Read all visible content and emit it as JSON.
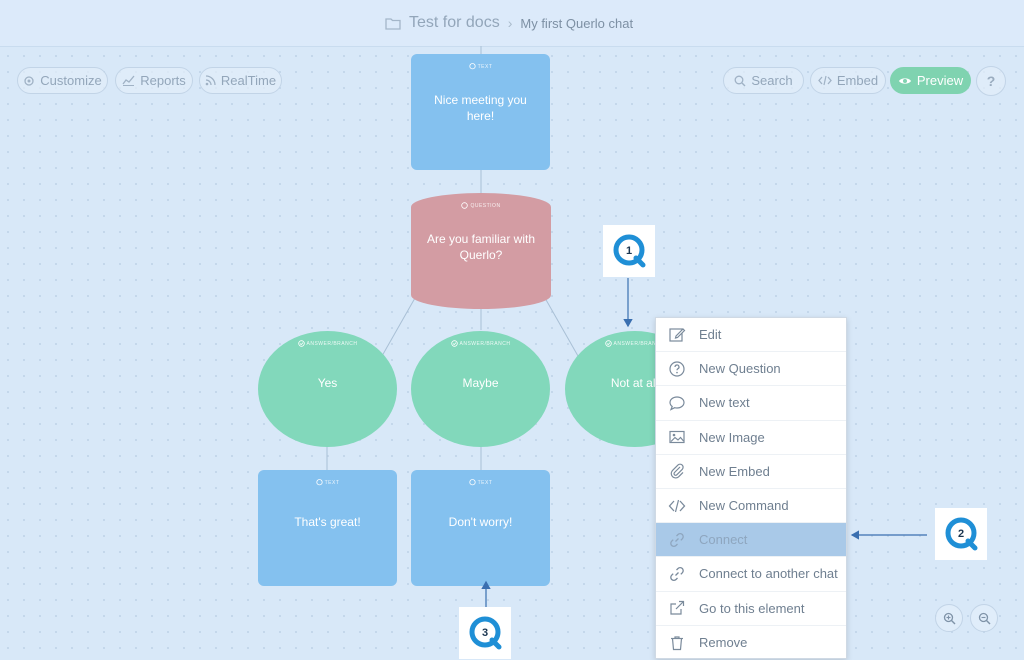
{
  "header": {
    "folder": "Test for docs",
    "separator": "›",
    "chat": "My first Querlo chat"
  },
  "toolbar": {
    "customize": "Customize",
    "reports": "Reports",
    "realtime": "RealTime",
    "search": "Search",
    "embed": "Embed",
    "preview": "Preview",
    "help": "?"
  },
  "nodes": {
    "text1": {
      "tag": "TEXT",
      "label": "Nice meeting you here!"
    },
    "question": {
      "tag": "QUESTION",
      "label": "Are you familiar with Querlo?"
    },
    "answer_yes": {
      "tag": "ANSWER/BRANCH",
      "label": "Yes"
    },
    "answer_maybe": {
      "tag": "ANSWER/BRANCH",
      "label": "Maybe"
    },
    "answer_not": {
      "tag": "ANSWER/BRANCH",
      "label": "Not at all"
    },
    "text_great": {
      "tag": "TEXT",
      "label": "That's great!"
    },
    "text_worry": {
      "tag": "TEXT",
      "label": "Don't worry!"
    }
  },
  "context_menu": {
    "items": [
      {
        "label": "Edit",
        "icon": "edit-icon"
      },
      {
        "label": "New Question",
        "icon": "question-icon"
      },
      {
        "label": "New text",
        "icon": "speech-bubble-icon"
      },
      {
        "label": "New Image",
        "icon": "image-icon"
      },
      {
        "label": "New Embed",
        "icon": "paperclip-icon"
      },
      {
        "label": "New Command",
        "icon": "code-icon"
      },
      {
        "label": "Connect",
        "icon": "link-icon"
      },
      {
        "label": "Connect to another chat",
        "icon": "link-icon"
      },
      {
        "label": "Go to this element",
        "icon": "external-link-icon"
      },
      {
        "label": "Remove",
        "icon": "trash-icon"
      }
    ],
    "active_index": 6
  },
  "callouts": {
    "one": "1",
    "two": "2",
    "three": "3"
  },
  "colors": {
    "text_node": "#84c1ef",
    "question_node": "#d39ca3",
    "answer_node": "#82d8bb",
    "preview_button": "#7fd3b0",
    "menu_active": "#a9c9e8"
  }
}
